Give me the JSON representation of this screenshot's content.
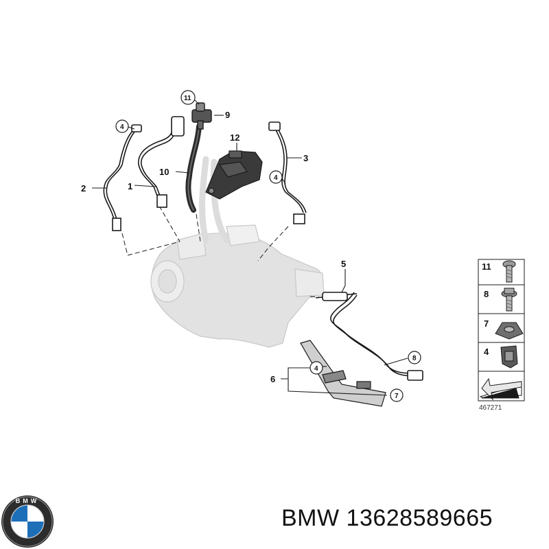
{
  "callouts": {
    "c1": "1",
    "c2": "2",
    "c3": "3",
    "c4a": "4",
    "c4b": "4",
    "c4c": "4",
    "c5": "5",
    "c6": "6",
    "c7": "7",
    "c8": "8",
    "c9": "9",
    "c10": "10",
    "c11": "11",
    "c12": "12"
  },
  "legend": {
    "items": [
      "11",
      "8",
      "7",
      "4"
    ],
    "ref_number": "467271"
  },
  "brand": {
    "logo_letters": "BMW",
    "part_text": "BMW 13628589665"
  },
  "colors": {
    "line": "#1a1a1a",
    "ghost": "#d9d9d9",
    "part_dark": "#2b2b2b"
  }
}
